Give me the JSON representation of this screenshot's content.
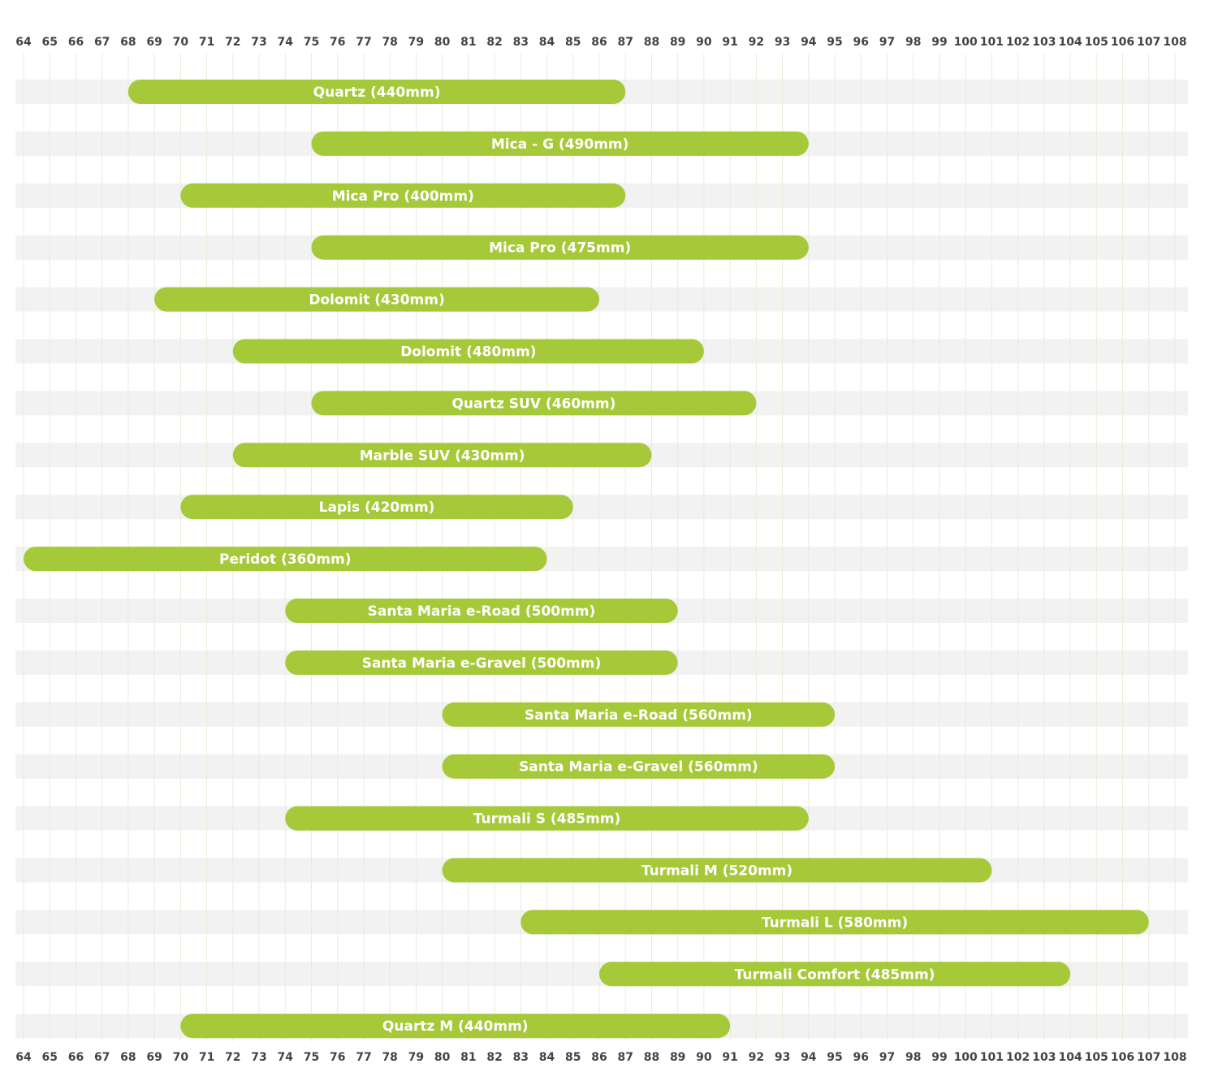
{
  "chart_data": {
    "type": "bar",
    "orientation": "horizontal-range",
    "title": "",
    "xlabel": "",
    "ylabel": "",
    "xlim": [
      64,
      108
    ],
    "x_ticks": [
      64,
      65,
      66,
      67,
      68,
      69,
      70,
      71,
      72,
      73,
      74,
      75,
      76,
      77,
      78,
      79,
      80,
      81,
      82,
      83,
      84,
      85,
      86,
      87,
      88,
      89,
      90,
      91,
      92,
      93,
      94,
      95,
      96,
      97,
      98,
      99,
      100,
      101,
      102,
      103,
      104,
      105,
      106,
      107,
      108
    ],
    "grid": true,
    "legend": "none",
    "colors": {
      "bar": "#a6c93a",
      "row_band": "#f2f2f2",
      "grid": "#e8ecd8",
      "tick_text": "#444444"
    },
    "series": [
      {
        "label": "Quartz (440mm)",
        "start": 68,
        "end": 87
      },
      {
        "label": "Mica - G (490mm)",
        "start": 75,
        "end": 94
      },
      {
        "label": "Mica Pro (400mm)",
        "start": 70,
        "end": 87
      },
      {
        "label": "Mica Pro (475mm)",
        "start": 75,
        "end": 94
      },
      {
        "label": "Dolomit (430mm)",
        "start": 69,
        "end": 86
      },
      {
        "label": "Dolomit (480mm)",
        "start": 72,
        "end": 90
      },
      {
        "label": "Quartz SUV (460mm)",
        "start": 75,
        "end": 92
      },
      {
        "label": "Marble SUV (430mm)",
        "start": 72,
        "end": 88
      },
      {
        "label": "Lapis (420mm)",
        "start": 70,
        "end": 85
      },
      {
        "label": "Peridot (360mm)",
        "start": 64,
        "end": 84
      },
      {
        "label": "Santa Maria e-Road (500mm)",
        "start": 74,
        "end": 89
      },
      {
        "label": "Santa Maria e-Gravel (500mm)",
        "start": 74,
        "end": 89
      },
      {
        "label": "Santa Maria e-Road (560mm)",
        "start": 80,
        "end": 95
      },
      {
        "label": "Santa Maria e-Gravel (560mm)",
        "start": 80,
        "end": 95
      },
      {
        "label": "Turmali S (485mm)",
        "start": 74,
        "end": 94
      },
      {
        "label": "Turmali M (520mm)",
        "start": 80,
        "end": 101
      },
      {
        "label": "Turmali L (580mm)",
        "start": 83,
        "end": 107
      },
      {
        "label": "Turmali Comfort (485mm)",
        "start": 86,
        "end": 104
      },
      {
        "label": "Quartz M (440mm)",
        "start": 70,
        "end": 91
      }
    ]
  }
}
